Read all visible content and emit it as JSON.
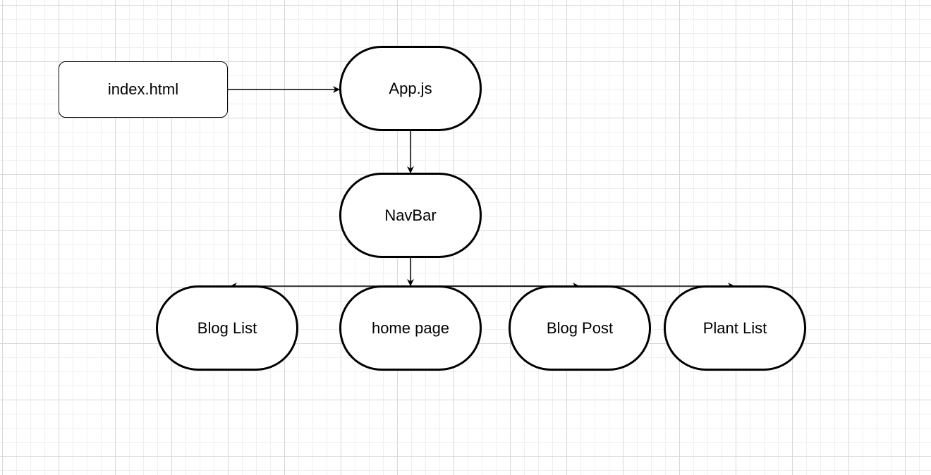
{
  "diagram": {
    "nodes": {
      "index": {
        "label": "index.html"
      },
      "app": {
        "label": "App.js"
      },
      "navbar": {
        "label": "NavBar"
      },
      "blog_list": {
        "label": "Blog List"
      },
      "home_page": {
        "label": "home page"
      },
      "blog_post": {
        "label": "Blog Post"
      },
      "plant_list": {
        "label": "Plant List"
      }
    },
    "edges": [
      {
        "from": "index.html",
        "to": "App.js"
      },
      {
        "from": "App.js",
        "to": "NavBar"
      },
      {
        "from": "NavBar",
        "to": "Blog List"
      },
      {
        "from": "NavBar",
        "to": "home page"
      },
      {
        "from": "NavBar",
        "to": "Blog Post"
      },
      {
        "from": "NavBar",
        "to": "Plant List"
      }
    ]
  }
}
